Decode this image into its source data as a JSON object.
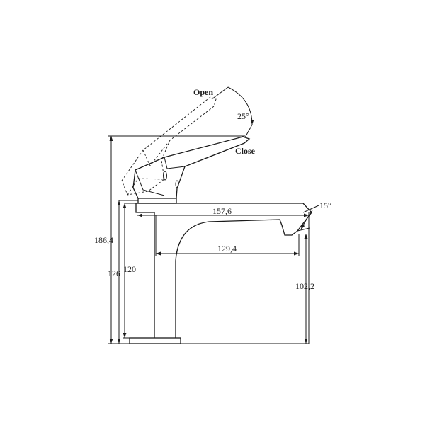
{
  "labels": {
    "open": "Open",
    "close": "Close",
    "lever_angle": "25°",
    "spout_angle": "15°"
  },
  "dimensions": {
    "total_height": "186,4",
    "body_height": "126",
    "inner_height": "120",
    "spout_reach": "157,6",
    "spout_inner_reach": "129,4",
    "spout_outlet_height": "102,2"
  }
}
